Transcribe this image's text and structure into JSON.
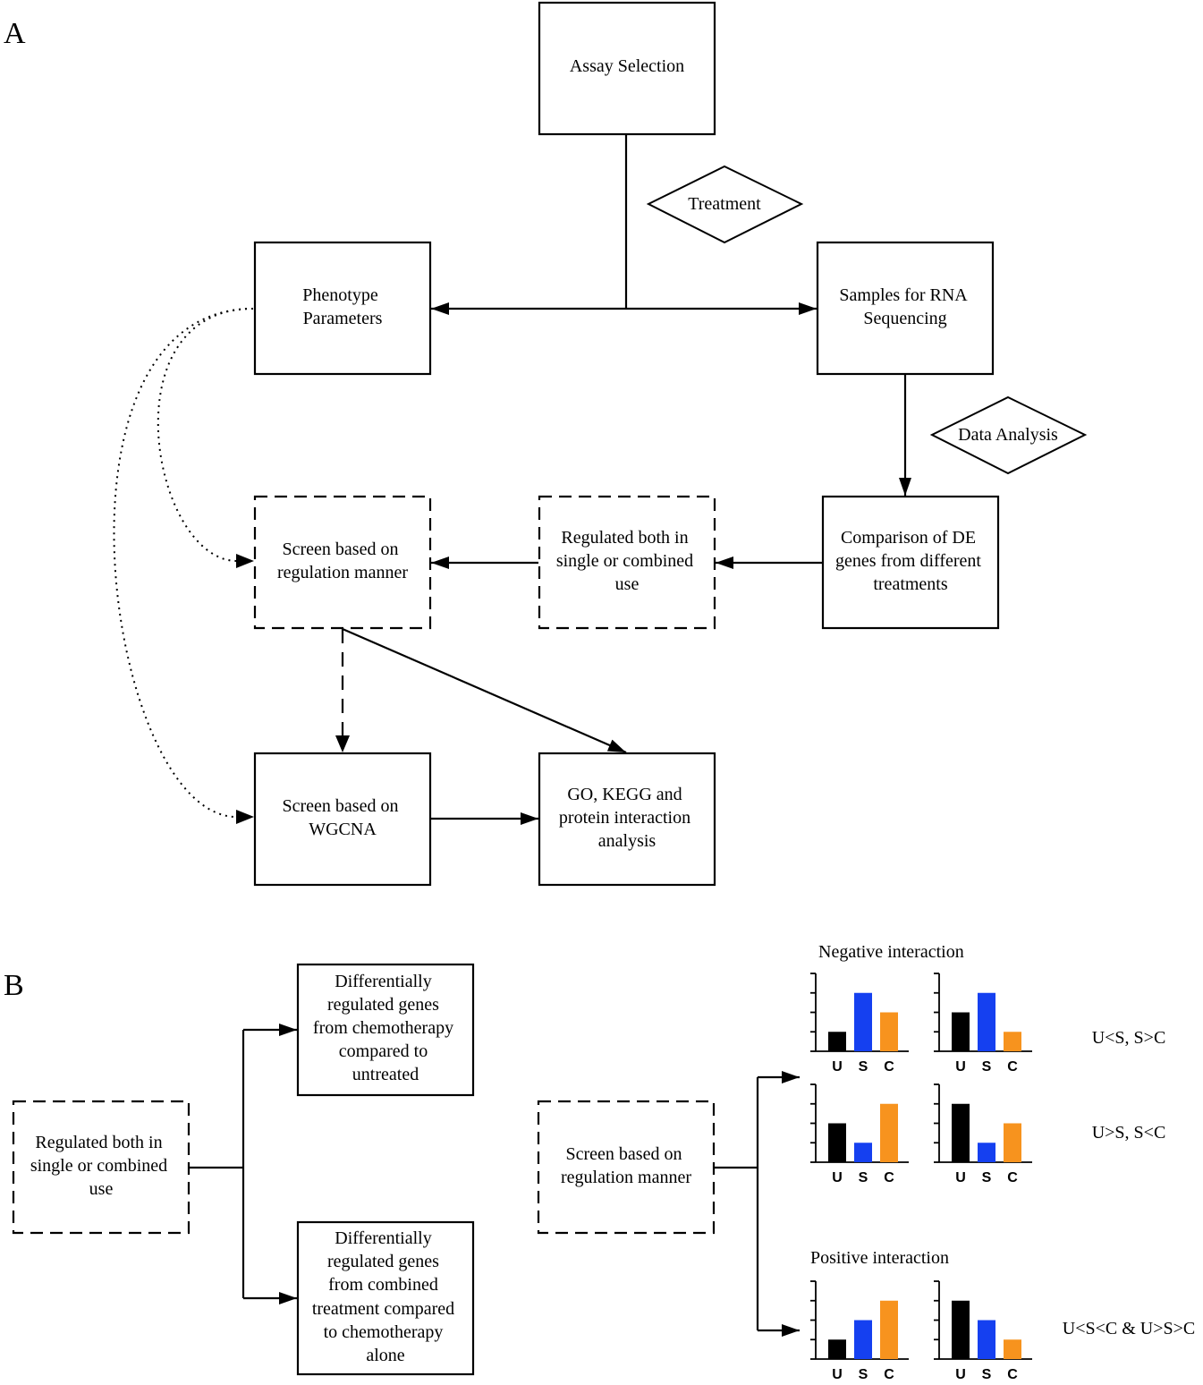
{
  "panel_labels": {
    "a": "A",
    "b": "B"
  },
  "panel_a": {
    "assay_selection": [
      "Assay Selection"
    ],
    "treatment": "Treatment",
    "phenotype_parameters": [
      "Phenotype",
      "Parameters"
    ],
    "samples_rna": [
      "Samples for RNA",
      "Sequencing"
    ],
    "data_analysis": "Data Analysis",
    "comparison_de": [
      "Comparison of DE",
      "genes from different",
      "treatments"
    ],
    "regulated_both": [
      "Regulated both in",
      "single or combined",
      "use"
    ],
    "screen_regulation": [
      "Screen based on",
      "regulation manner"
    ],
    "screen_wgcna": [
      "Screen based on",
      "WGCNA"
    ],
    "go_kegg": [
      "GO, KEGG and",
      "protein interaction",
      "analysis"
    ]
  },
  "panel_b": {
    "regulated_both": [
      "Regulated both in",
      "single or combined",
      "use"
    ],
    "de_chemo": [
      "Differentially",
      "regulated genes",
      "from chemotherapy",
      "compared to",
      "untreated"
    ],
    "de_combined": [
      "Differentially",
      "regulated genes",
      "from combined",
      "treatment compared",
      "to chemotherapy",
      "alone"
    ],
    "screen_regulation": [
      "Screen based on",
      "regulation manner"
    ],
    "negative_heading": "Negative interaction",
    "positive_heading": "Positive interaction",
    "rule_1": "U<S, S>C",
    "rule_2": "U>S, S<C",
    "rule_3": "U<S<C & U>S>C"
  },
  "colors": {
    "U": "#000000",
    "S": "#1540f0",
    "C": "#f7931e"
  },
  "chart_data": {
    "type": "bar",
    "categories": [
      "U",
      "S",
      "C"
    ],
    "charts": [
      {
        "group": "Negative interaction",
        "rule": "U<S, S>C",
        "values": [
          1,
          3,
          2
        ]
      },
      {
        "group": "Negative interaction",
        "rule": "U<S, S>C",
        "values": [
          2,
          3,
          1
        ]
      },
      {
        "group": "Negative interaction",
        "rule": "U>S, S<C",
        "values": [
          2,
          1,
          3
        ]
      },
      {
        "group": "Negative interaction",
        "rule": "U>S, S<C",
        "values": [
          3,
          1,
          2
        ]
      },
      {
        "group": "Positive interaction",
        "rule": "U<S<C & U>S>C",
        "values": [
          1,
          2,
          3
        ]
      },
      {
        "group": "Positive interaction",
        "rule": "U<S<C & U>S>C",
        "values": [
          3,
          2,
          1
        ]
      }
    ],
    "ylim": [
      0,
      3
    ],
    "grid": false
  }
}
